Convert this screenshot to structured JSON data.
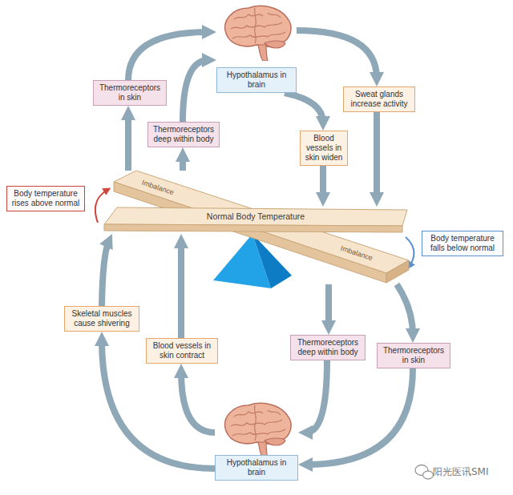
{
  "diagram": {
    "nodes": [
      {
        "text": [
          "Hypothalamus in brain"
        ]
      },
      {
        "text": [
          "Thermoreceptors in skin"
        ]
      },
      {
        "text": [
          "Sweat glands increase activity"
        ]
      },
      {
        "text": [
          "Thermoreceptors deep within body"
        ]
      },
      {
        "text": [
          "Blood vessels in skin widen"
        ]
      },
      {
        "text": [
          "Body temperature rises above normal"
        ]
      },
      {
        "text": [
          "Imbalance",
          "Imbalance"
        ]
      },
      {
        "text": [
          "Normal Body Temperature"
        ]
      },
      {
        "text": [
          "Body temperature falls below normal"
        ]
      },
      {
        "text": [
          "Skeletal muscles cause shivering"
        ]
      },
      {
        "text": [
          "Blood vessels in skin contract"
        ]
      },
      {
        "text": [
          "Thermoreceptors deep within body"
        ]
      },
      {
        "text": [
          "Thermoreceptors in skin"
        ]
      },
      {
        "text": [
          "Hypothalamus in brain"
        ]
      }
    ],
    "edges": [
      {
        "from": 6,
        "to": 1,
        "arrow": "to"
      },
      {
        "from": 6,
        "to": 3,
        "arrow": "to"
      },
      {
        "from": 1,
        "to": 0,
        "arrow": "to"
      },
      {
        "from": 3,
        "to": 0,
        "arrow": "to"
      },
      {
        "from": 0,
        "to": 4,
        "arrow": "to"
      },
      {
        "from": 0,
        "to": 2,
        "arrow": "to"
      },
      {
        "from": 4,
        "to": 7,
        "arrow": "to"
      },
      {
        "from": 2,
        "to": 7,
        "arrow": "to"
      },
      {
        "from": 6,
        "to": 11,
        "arrow": "to"
      },
      {
        "from": 6,
        "to": 12,
        "arrow": "to"
      },
      {
        "from": 11,
        "to": 13,
        "arrow": "to"
      },
      {
        "from": 12,
        "to": 13,
        "arrow": "to"
      },
      {
        "from": 13,
        "to": 10,
        "arrow": "to"
      },
      {
        "from": 13,
        "to": 9,
        "arrow": "to"
      },
      {
        "from": 10,
        "to": 7,
        "arrow": "to"
      },
      {
        "from": 9,
        "to": 7,
        "arrow": "to"
      }
    ],
    "labels": [
      "阳光医讯SMI"
    ]
  }
}
